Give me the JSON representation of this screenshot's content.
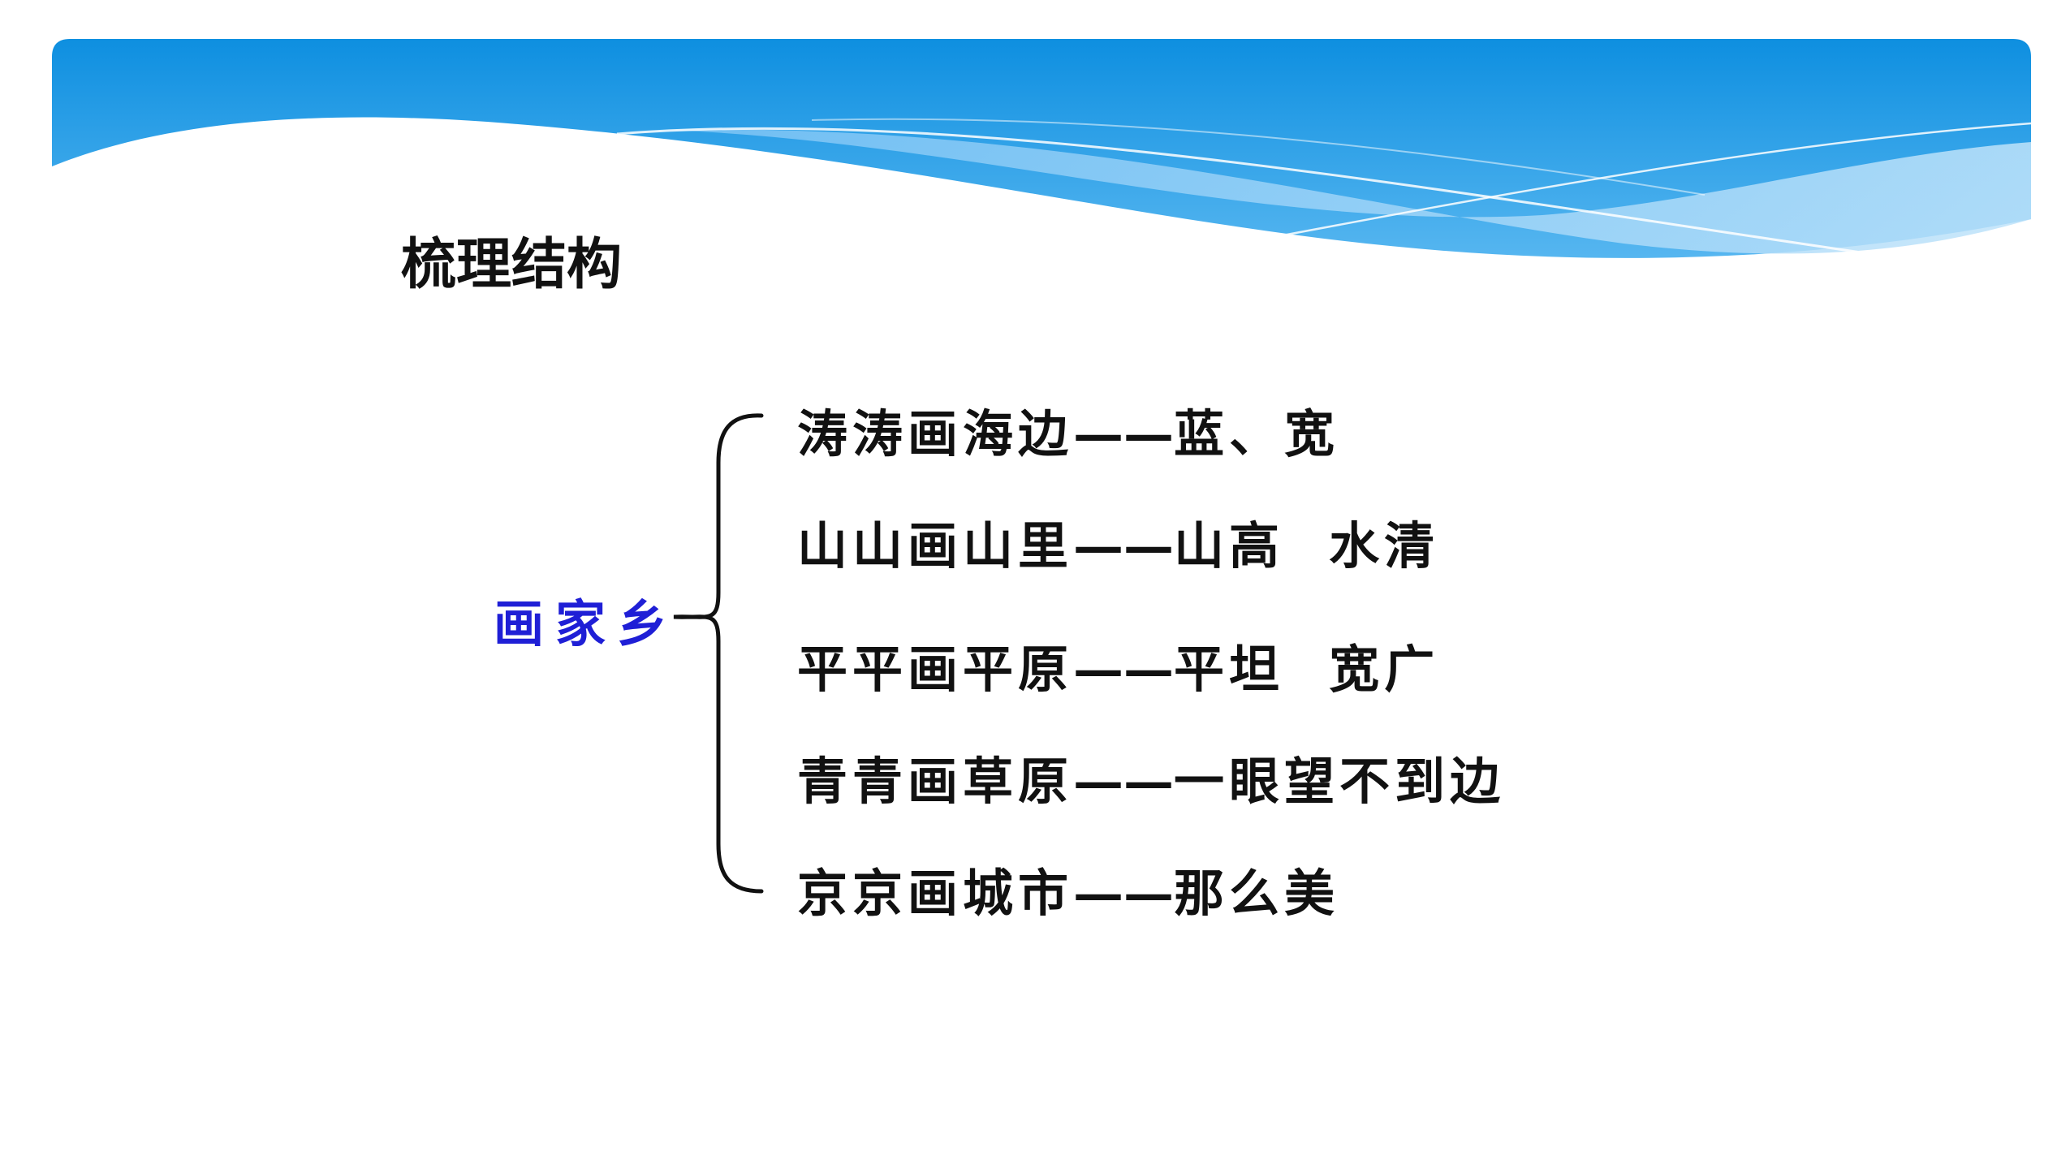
{
  "slide": {
    "title": "梳理结构",
    "root_label": "画家乡",
    "branches": [
      {
        "left": "涛涛画海边",
        "dash": "——",
        "right": "蓝、宽"
      },
      {
        "left": "山山画山里",
        "dash": "——",
        "right": "山高  水清"
      },
      {
        "left": "平平画平原",
        "dash": "——",
        "right": "平坦  宽广"
      },
      {
        "left": "青青画草原",
        "dash": "——",
        "right": "一眼望不到边"
      },
      {
        "left": "京京画城市",
        "dash": "——",
        "right": "那么美"
      }
    ]
  },
  "colors": {
    "banner_top": "#0e8fe0",
    "banner_light": "#9fd2f6",
    "root_text": "#1f1fd6",
    "body_text": "#111111"
  }
}
